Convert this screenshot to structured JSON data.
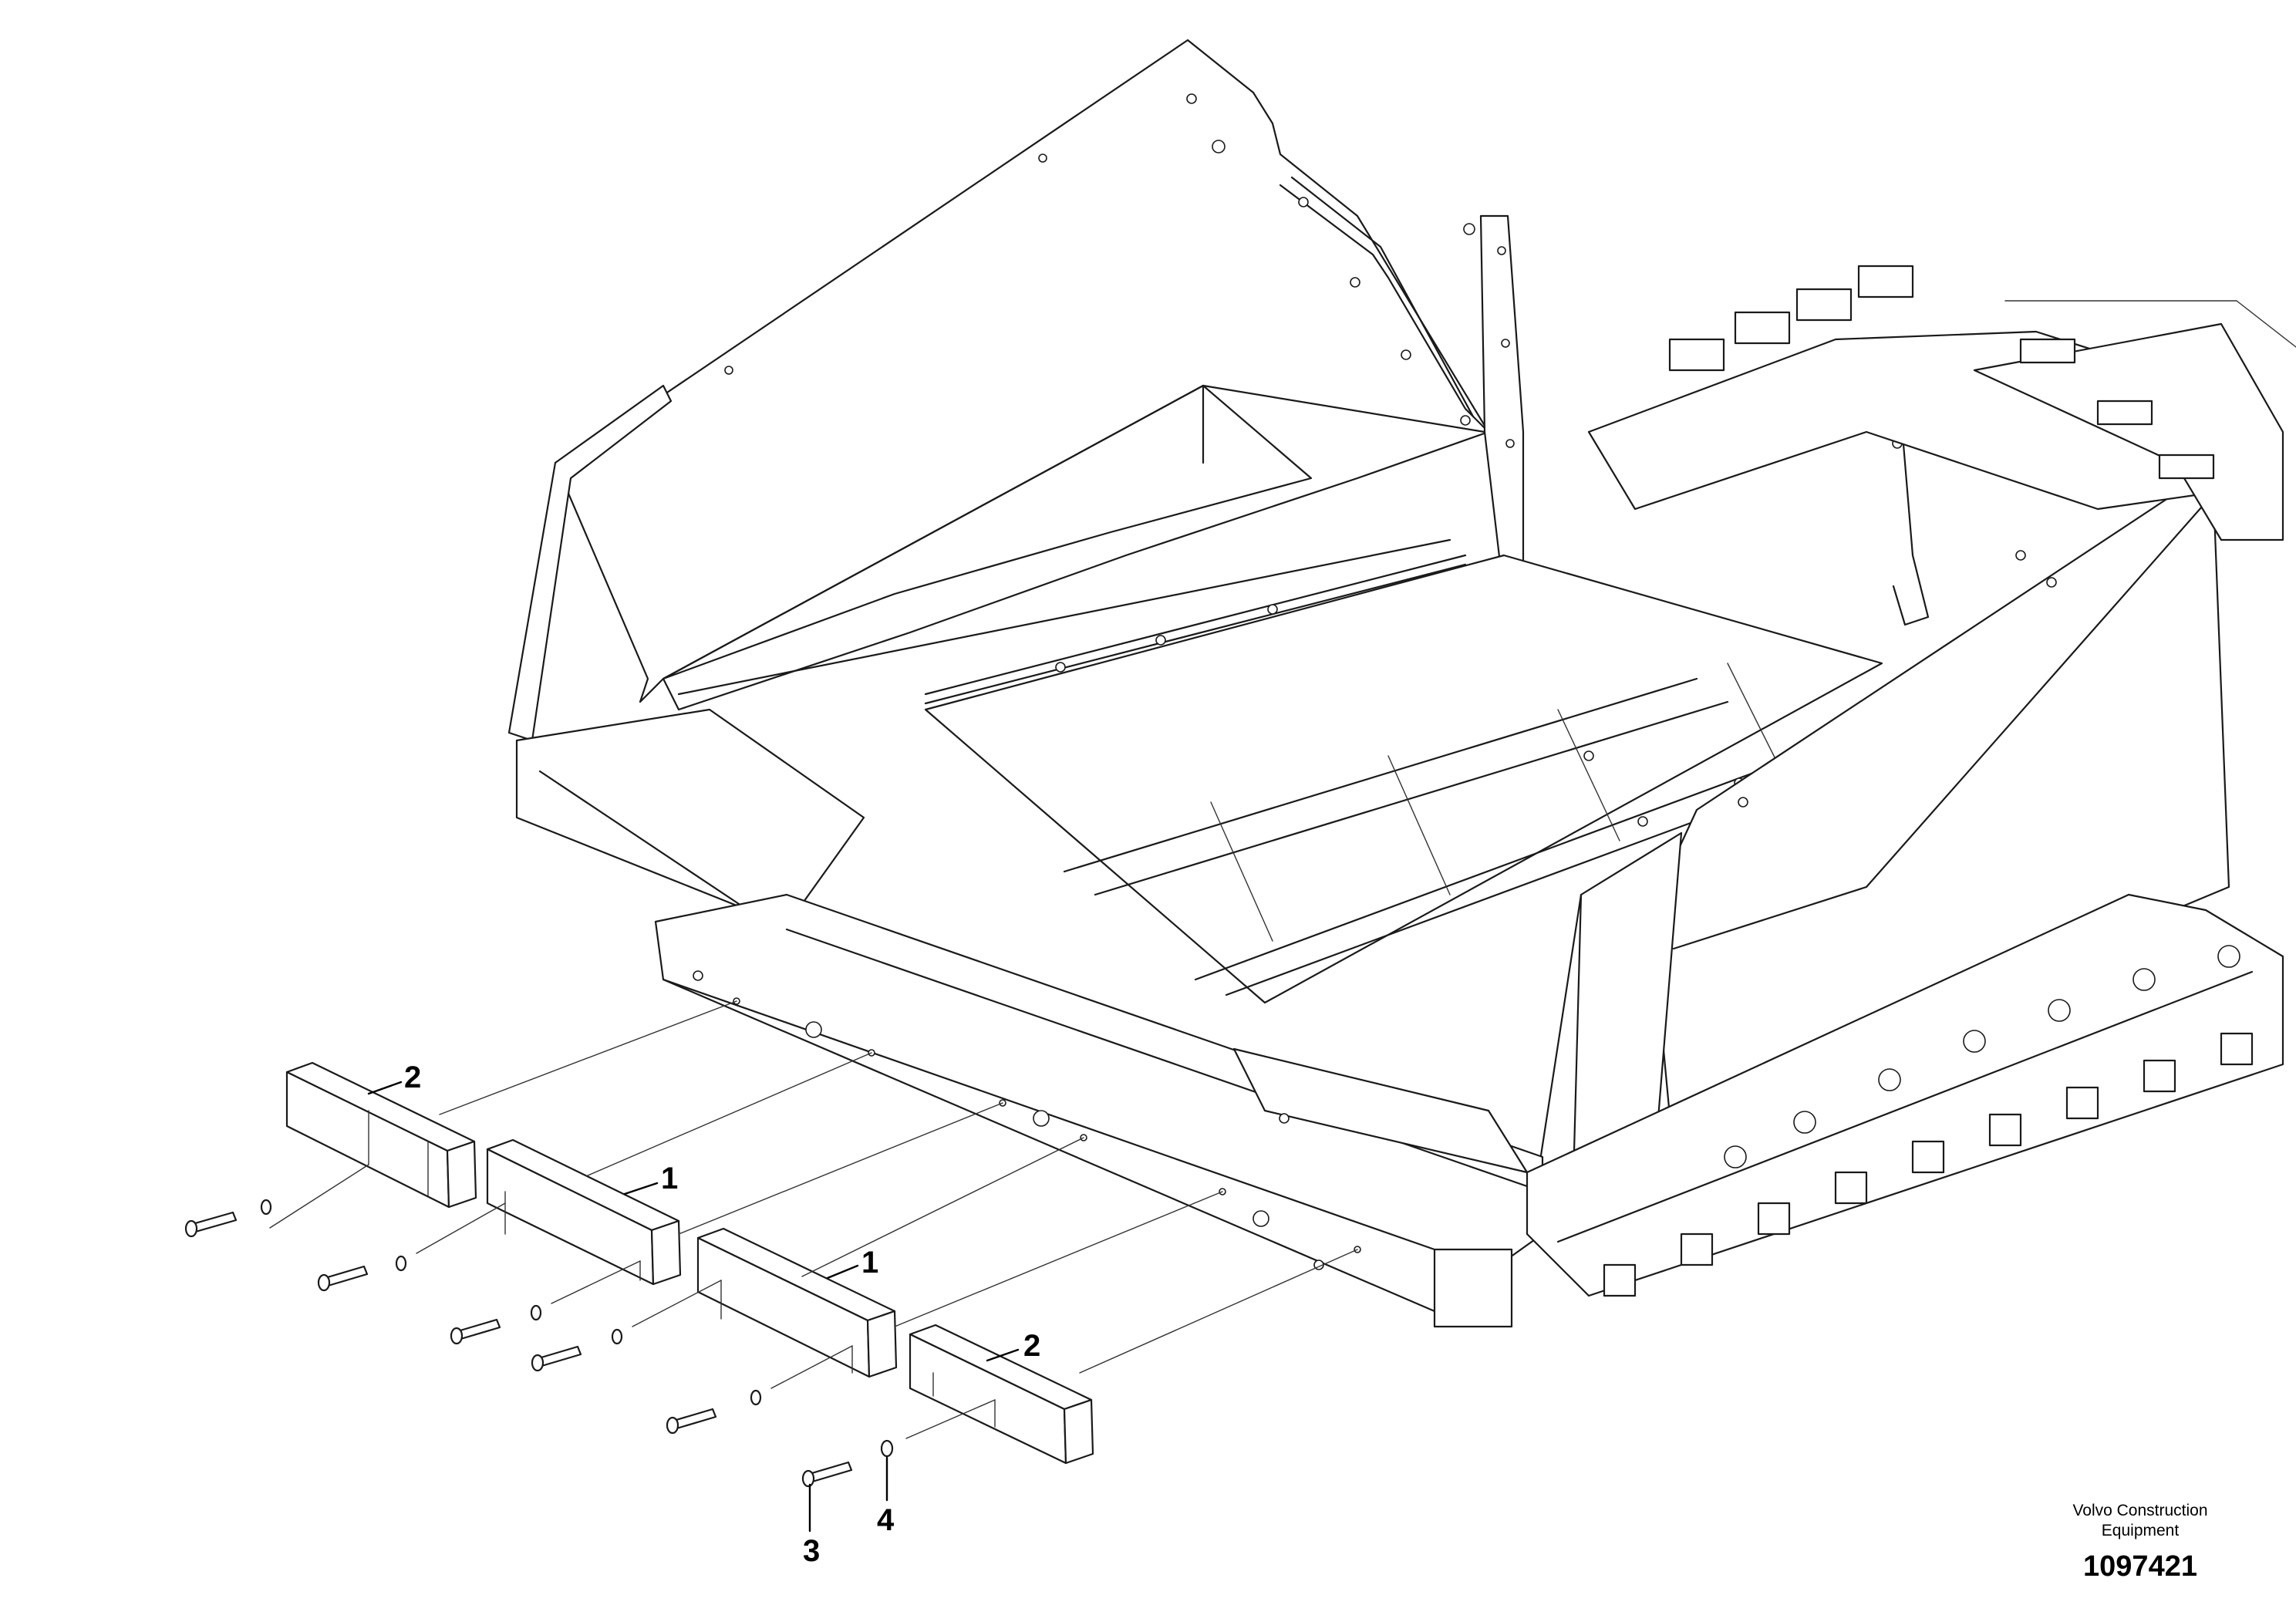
{
  "callouts": [
    {
      "id": "c1",
      "label": "2"
    },
    {
      "id": "c2",
      "label": "1"
    },
    {
      "id": "c3",
      "label": "1"
    },
    {
      "id": "c4",
      "label": "2"
    },
    {
      "id": "c5",
      "label": "3"
    },
    {
      "id": "c6",
      "label": "4"
    }
  ],
  "title_block": {
    "brand_line1": "Volvo Construction",
    "brand_line2": "Equipment",
    "drawing_number": "1097421"
  }
}
